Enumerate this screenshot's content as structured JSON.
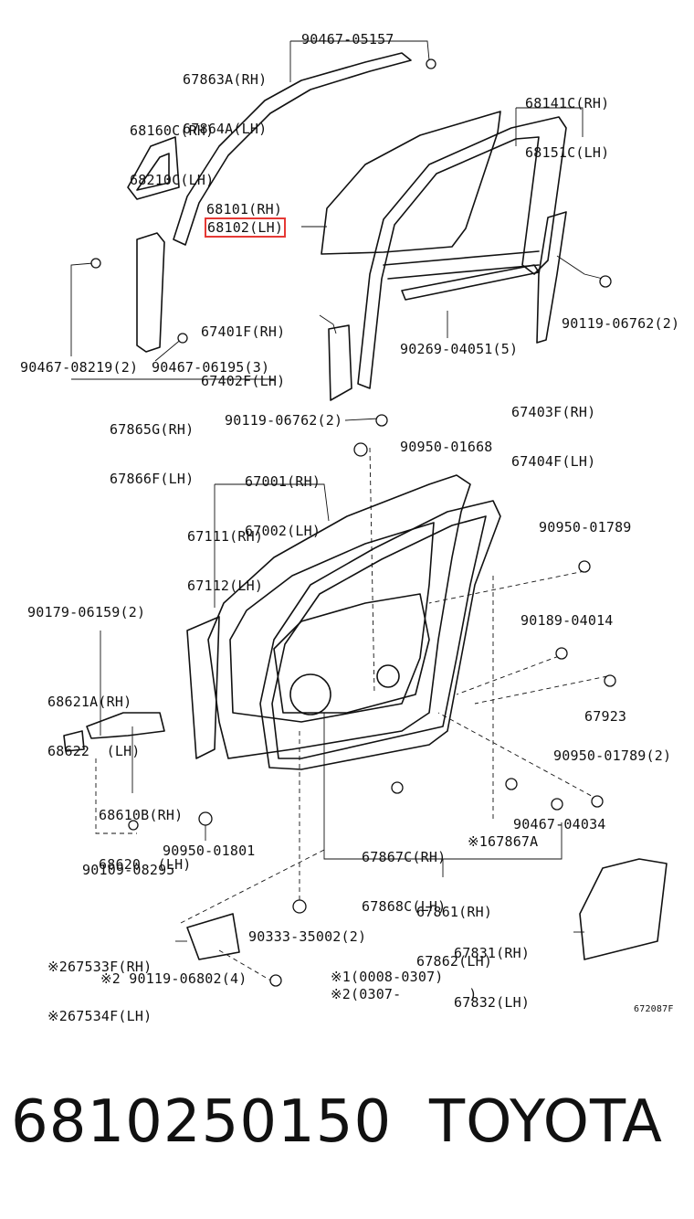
{
  "parts": {
    "p67863": [
      "67863A(RH)",
      "67864A(LH)"
    ],
    "p90467_05157": "90467-05157",
    "p68160": [
      "68160C(RH)",
      "68210C(LH)"
    ],
    "p68141": [
      "68141C(RH)",
      "68151C(LH)"
    ],
    "p68101": "68101(RH)",
    "p68102": "68102(LH)",
    "p67401": [
      "67401F(RH)",
      "67402F(LH)"
    ],
    "p90119_a": "90119-06762(2)",
    "p90269": "90269-04051(5)",
    "p90467_08219": "90467-08219(2)",
    "p90467_06195": "90467-06195(3)",
    "p67865": [
      "67865G(RH)",
      "67866F(LH)"
    ],
    "p67403": [
      "67403F(RH)",
      "67404F(LH)"
    ],
    "p90119_b": "90119-06762(2)",
    "p67001": [
      "67001(RH)",
      "67002(LH)"
    ],
    "p90950_01668": "90950-01668",
    "p67111": [
      "67111(RH)",
      "67112(LH)"
    ],
    "p90950_01789_a": "90950-01789",
    "p90179": "90179-06159(2)",
    "p90189": "90189-04014",
    "p68621": [
      "68621A(RH)",
      "68622  (LH)"
    ],
    "p67923": "67923",
    "p90950_01789_b": "90950-01789(2)",
    "p68610": [
      "68610B(RH)",
      "68620  (LH)"
    ],
    "p67867C": [
      "67867C(RH)",
      "67868C(LH)"
    ],
    "p90467_04034": "90467-04034",
    "p67867A": "※167867A",
    "p90950_01801": "90950-01801",
    "p90109": "90109-08295",
    "p67861": [
      "67861(RH)",
      "67862(LH)"
    ],
    "p67831": [
      "67831(RH)",
      "67832(LH)"
    ],
    "p67533": [
      "※267533F(RH)",
      "※267534F(LH)"
    ],
    "p90333": "90333-35002(2)",
    "p90119_c": "※2 90119-06802(4)",
    "note1": "※1(0008-0307)",
    "note2": "※2(0307-        )",
    "diagram_code": "672087F"
  },
  "footer": {
    "part_number": "6810250150",
    "brand": "TOYOTA"
  },
  "highlight_color": "#e53935"
}
